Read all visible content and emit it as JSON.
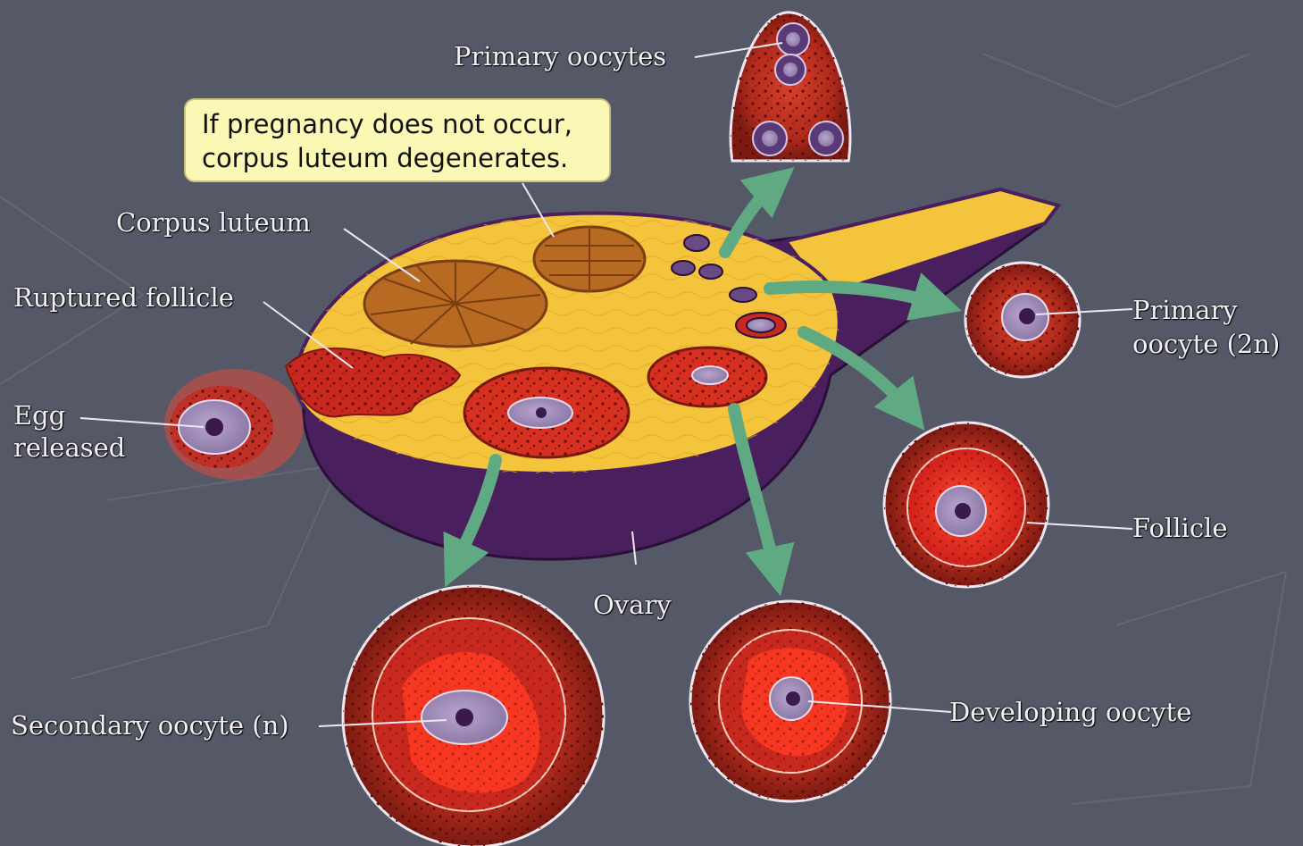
{
  "callout": {
    "line1": "If pregnancy does not occur,",
    "line2": "corpus luteum degenerates."
  },
  "labels": {
    "primary_oocytes": "Primary oocytes",
    "corpus_luteum": "Corpus luteum",
    "ruptured_follicle": "Ruptured follicle",
    "egg_released_1": "Egg",
    "egg_released_2": "released",
    "primary_oocyte_2n_1": "Primary",
    "primary_oocyte_2n_2": "oocyte (2n)",
    "follicle": "Follicle",
    "ovary": "Ovary",
    "secondary_oocyte": "Secondary oocyte (n)",
    "developing_oocyte": "Developing oocyte"
  },
  "colors": {
    "background": "#555866",
    "ovary_yellow": "#f4c43c",
    "ovary_purple": "#4a1f5e",
    "follicle_red": "#c8281e",
    "corpus_luteum": "#b86a22",
    "arrow_green": "#5faa82",
    "callout_bg": "#fbf8b6"
  }
}
